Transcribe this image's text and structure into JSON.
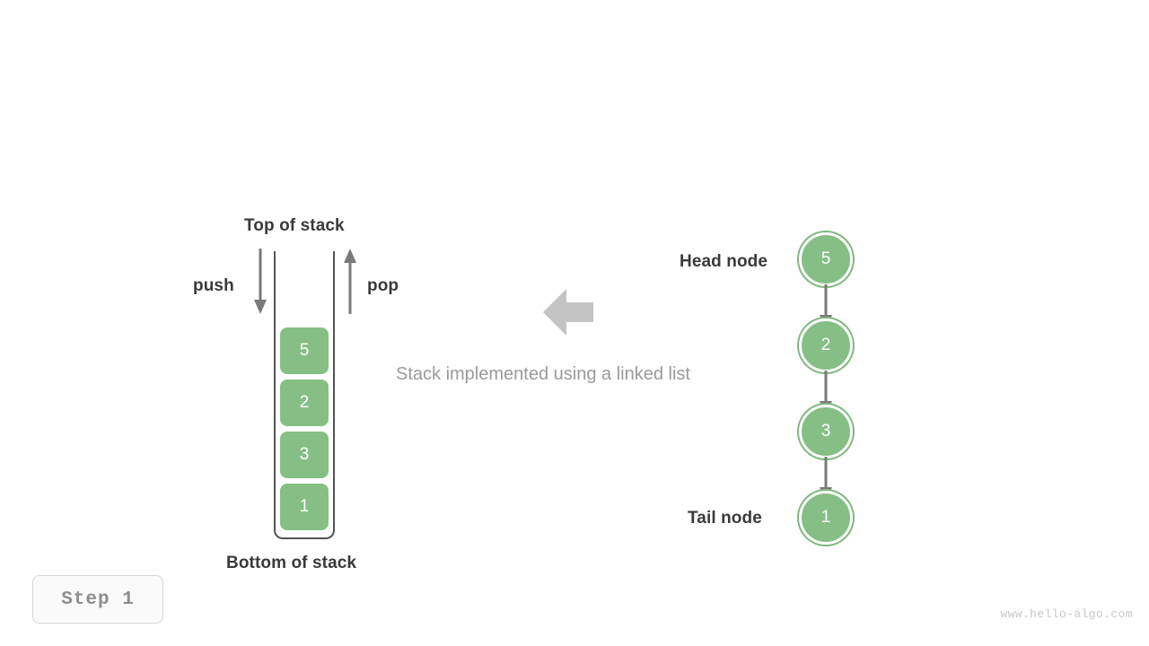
{
  "diagram": {
    "caption": "Stack implemented using a linked list",
    "step_badge": "Step  1",
    "watermark": "www.hello-algo.com",
    "colors": {
      "node_green": "#85bf85",
      "node_ring": "#7eb87e",
      "arrow_gray": "#7a7a7a",
      "block_arrow_gray": "#c4c4c4",
      "label_dark": "#3a3a3a",
      "label_muted": "#9a9a9a",
      "container_stroke": "#545454"
    }
  },
  "stack": {
    "top_label": "Top of stack",
    "bottom_label": "Bottom of stack",
    "push_label": "push",
    "pop_label": "pop",
    "items": [
      {
        "value": "5"
      },
      {
        "value": "2"
      },
      {
        "value": "3"
      },
      {
        "value": "1"
      }
    ]
  },
  "linked_list": {
    "head_label": "Head node",
    "tail_label": "Tail node",
    "nodes": [
      {
        "value": "5"
      },
      {
        "value": "2"
      },
      {
        "value": "3"
      },
      {
        "value": "1"
      }
    ]
  },
  "icons": {
    "push_arrow": "arrow-down-icon",
    "pop_arrow": "arrow-up-icon",
    "transform_arrow": "arrow-left-block-icon",
    "link_arrow": "arrow-down-icon"
  }
}
